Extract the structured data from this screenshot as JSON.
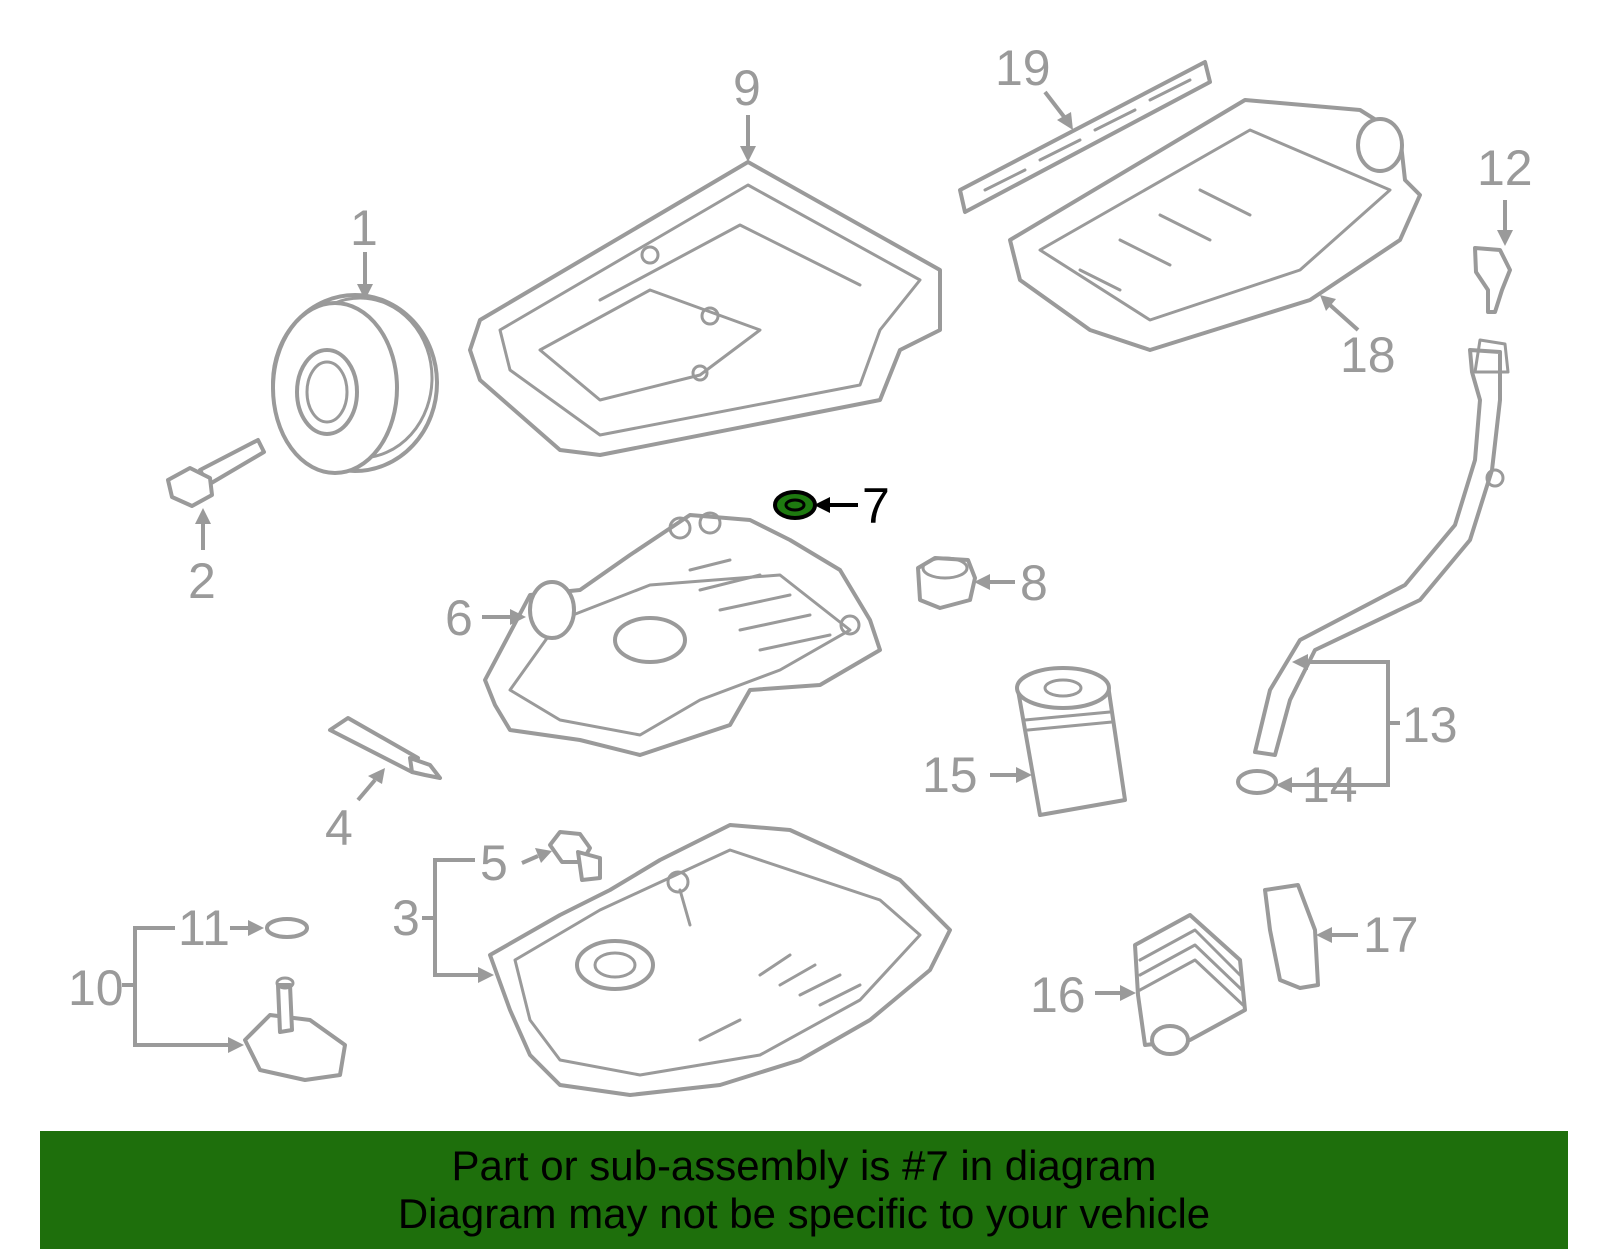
{
  "diagram": {
    "highlight_color": "#1e7a10",
    "line_color": "#9a9a9a",
    "callouts": [
      "1",
      "2",
      "3",
      "4",
      "5",
      "6",
      "7",
      "8",
      "9",
      "10",
      "11",
      "12",
      "13",
      "14",
      "15",
      "16",
      "17",
      "18",
      "19"
    ],
    "highlighted_part": "7"
  },
  "banner": {
    "background": "#1e6f0c",
    "line1": "Part or sub-assembly is #7 in diagram",
    "line2": "Diagram may not be specific to your vehicle"
  }
}
